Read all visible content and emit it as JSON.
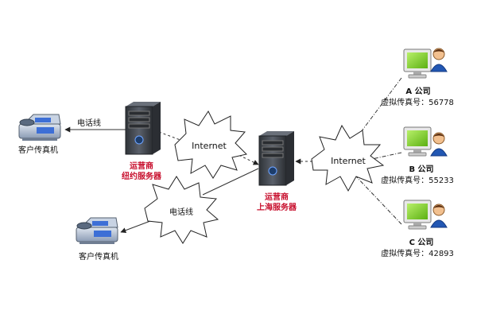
{
  "labels": {
    "fax_top": "客户传真机",
    "fax_bottom": "客户传真机",
    "phone_line_top": "电话线",
    "phone_line_bottom": "电话线",
    "internet_left": "Internet",
    "internet_right": "Internet",
    "server_ny_line1": "运营商",
    "server_ny_line2": "纽约服务器",
    "server_sh_line1": "运营商",
    "server_sh_line2": "上海服务器",
    "company_a": "A 公司",
    "company_a_fax": "虚拟传真号：56778",
    "company_b": "B 公司",
    "company_b_fax": "虚拟传真号：55233",
    "company_c": "C 公司",
    "company_c_fax": "虚拟传真号：42893"
  },
  "colors": {
    "label_red": "#c8102e",
    "line": "#333333",
    "monitor_screen": "#7bd21f",
    "server_body": "#4a4f57",
    "fax_body": "#9fb0c8"
  },
  "icons": {
    "fax": "fax-machine-icon",
    "server": "server-tower-icon",
    "computer": "computer-monitor-icon",
    "user": "user-avatar-icon"
  }
}
